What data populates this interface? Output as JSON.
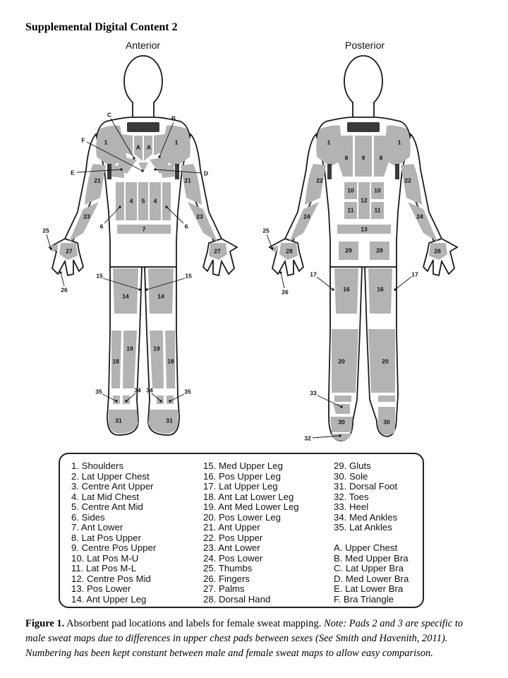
{
  "header": "Supplemental Digital Content 2",
  "views": {
    "anterior": "Anterior",
    "posterior": "Posterior"
  },
  "anterior_labels": {
    "A_left": "A",
    "A_right": "A",
    "B": "B",
    "C": "C",
    "D": "D",
    "E": "E",
    "F": "F",
    "p1_left": "1",
    "p1_right": "1",
    "p21_left": "21",
    "p21_right": "21",
    "p4_left": "4",
    "p5": "5",
    "p4_right": "4",
    "p6_left": "6",
    "p6_right": "6",
    "p23_left": "23",
    "p23_right": "23",
    "p7": "7",
    "p25": "25",
    "p27_left": "27",
    "p27_right": "27",
    "p26": "26",
    "p15_left": "15",
    "p15_right": "15",
    "p14_left": "14",
    "p14_right": "14",
    "p19_left": "19",
    "p19_right": "19",
    "p18_left": "18",
    "p18_right": "18",
    "p35_left": "35",
    "p34_left": "34",
    "p34_right": "34",
    "p35_right": "35",
    "p31_left": "31",
    "p31_right": "31"
  },
  "posterior_labels": {
    "p1_left": "1",
    "p1_right": "1",
    "p8_left": "8",
    "p9": "9",
    "p8_right": "8",
    "p22_left": "22",
    "p22_right": "22",
    "p10_left": "10",
    "p10_right": "10",
    "p12": "12",
    "p11_left": "11",
    "p11_right": "11",
    "p24_left": "24",
    "p24_right": "24",
    "p13": "13",
    "p25": "25",
    "p28_left": "28",
    "p28_right": "28",
    "p29_left": "29",
    "p29_right": "29",
    "p26": "26",
    "p17_left": "17",
    "p17_right": "17",
    "p16_left": "16",
    "p16_right": "16",
    "p20_left": "20",
    "p20_right": "20",
    "p33": "33",
    "p30_left": "30",
    "p30_right": "30",
    "p32": "32"
  },
  "legend": {
    "col1": [
      "1. Shoulders",
      "2. Lat Upper Chest",
      "3. Centre Ant Upper",
      "4. Lat Mid Chest",
      "5. Centre Ant Mid",
      "6. Sides",
      "7. Ant Lower",
      "8. Lat Pos Upper",
      "9. Centre Pos Upper",
      "10. Lat Pos M-U",
      "11. Lat Pos M-L",
      "12. Centre Pos Mid",
      "13. Pos Lower",
      "14. Ant Upper Leg"
    ],
    "col2": [
      "15. Med Upper Leg",
      "16. Pos Upper Leg",
      "17. Lat Upper Leg",
      "18. Ant Lat Lower Leg",
      "19. Ant Med Lower Leg",
      "20. Pos Lower Leg",
      "21. Ant Upper",
      "22. Pos Upper",
      "23. Ant Lower",
      "24. Pos Lower",
      "25. Thumbs",
      "26. Fingers",
      "27. Palms",
      "28. Dorsal Hand"
    ],
    "col3a": [
      "29. Gluts",
      "30. Sole",
      "31. Dorsal Foot",
      "32. Toes",
      "33. Heel",
      "34. Med Ankles",
      "35. Lat Ankles"
    ],
    "col3b": [
      "A. Upper Chest",
      "B. Med Upper Bra",
      "C. Lat Upper Bra",
      "D. Med Lower Bra",
      "E. Lat Lower Bra",
      "F. Bra Triangle"
    ]
  },
  "caption": {
    "fig": "Figure 1.",
    "text": " Absorbent pad locations and  labels for female sweat mapping. ",
    "note": "Note: Pads 2 and 3 are specific to male sweat maps due to differences in upper chest pads between sexes (See Smith and Havenith, 2011). Numbering has been kept constant between male and female  sweat maps to allow easy comparison."
  }
}
